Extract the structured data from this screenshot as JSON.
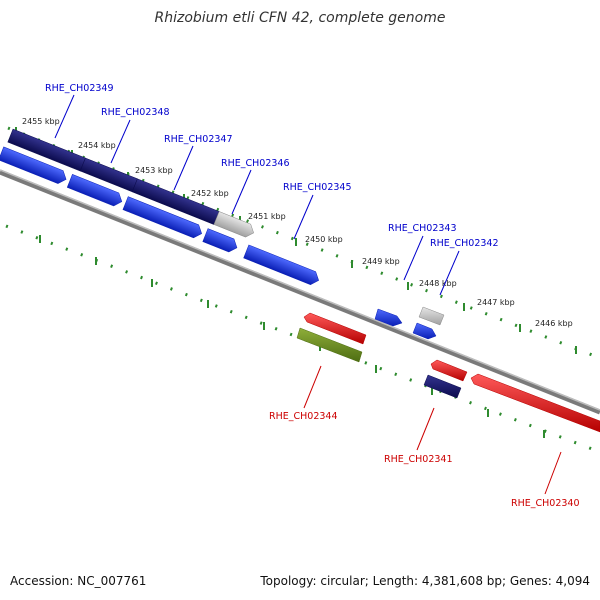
{
  "title": "Rhizobium etli CFN 42, complete genome",
  "footer": {
    "accession": "Accession: NC_007761",
    "summary": "Topology: circular; Length: 4,381,608 bp; Genes: 4,094"
  },
  "colors": {
    "strand_line": "#888888",
    "dots": "#2e8b2e",
    "label_plus": "#0000cc",
    "label_minus": "#cc0000"
  },
  "ruler": {
    "ticks": [
      {
        "label": "2455 kbp"
      },
      {
        "label": "2454 kbp"
      },
      {
        "label": "2453 kbp"
      },
      {
        "label": "2452 kbp"
      },
      {
        "label": "2451 kbp"
      },
      {
        "label": "2450 kbp"
      },
      {
        "label": "2449 kbp"
      },
      {
        "label": "2448 kbp"
      },
      {
        "label": "2447 kbp"
      },
      {
        "label": "2446 kbp"
      }
    ]
  },
  "genes": [
    {
      "id": "RHE_CH02349",
      "label": "RHE_CH02349",
      "strand": "plus",
      "color": "#1a1a7a"
    },
    {
      "id": "RHE_CH02348",
      "label": "RHE_CH02348",
      "strand": "plus",
      "color": "#1a1a7a"
    },
    {
      "id": "RHE_CH02347",
      "label": "RHE_CH02347",
      "strand": "plus",
      "color": "#1a1a7a"
    },
    {
      "id": "RHE_CH02346",
      "label": "RHE_CH02346",
      "strand": "plus",
      "color": "#c8c8c8"
    },
    {
      "id": "RHE_CH02345",
      "label": "RHE_CH02345",
      "strand": "plus",
      "color": "#1a3adb"
    },
    {
      "id": "RHE_CH02343",
      "label": "RHE_CH02343",
      "strand": "plus",
      "color": "#1a3adb"
    },
    {
      "id": "RHE_CH02342",
      "label": "RHE_CH02342",
      "strand": "plus",
      "color": "#c8c8c8"
    },
    {
      "id": "RHE_CH02344",
      "label": "RHE_CH02344",
      "strand": "minus",
      "color": "#dd1111"
    },
    {
      "id": "RHE_CH02341",
      "label": "RHE_CH02341",
      "strand": "minus",
      "color": "#dd1111"
    },
    {
      "id": "RHE_CH02340",
      "label": "RHE_CH02340",
      "strand": "minus",
      "color": "#dd1111"
    }
  ]
}
